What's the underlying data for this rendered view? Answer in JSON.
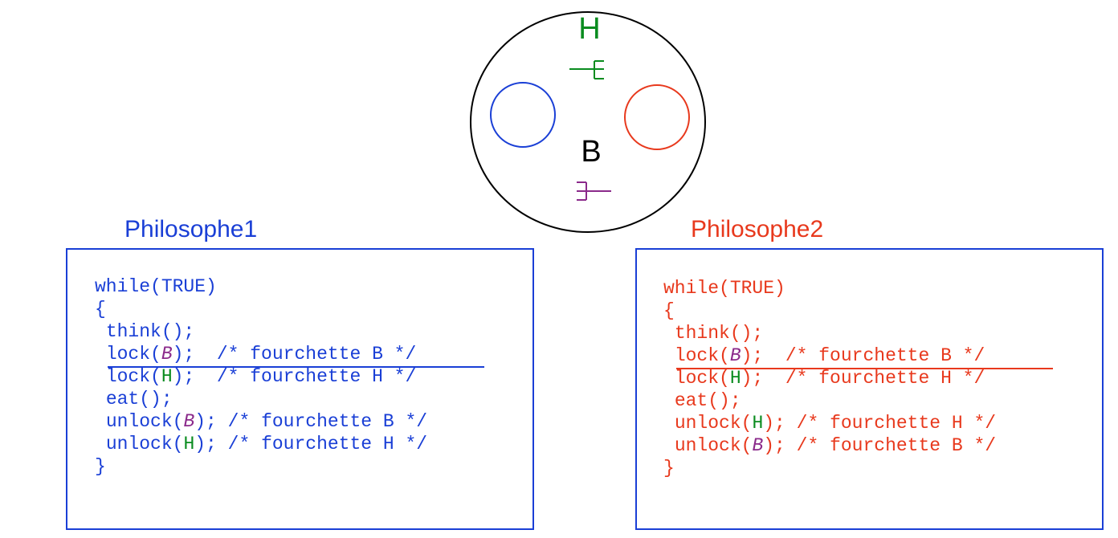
{
  "colors": {
    "blue": "#1a3fd6",
    "red": "#e8391d",
    "green": "#0a8c1f",
    "purple": "#8b2a8b",
    "black": "#000000"
  },
  "table": {
    "fork_top_label": "H",
    "fork_bottom_label": "B",
    "fork_top_icon": "fork-icon",
    "fork_bottom_icon": "fork-icon"
  },
  "philosophe1": {
    "title": "Philosophe1",
    "lines": [
      {
        "indent": "",
        "parts": [
          {
            "t": "while(TRUE)",
            "c": "main"
          }
        ]
      },
      {
        "indent": "",
        "parts": [
          {
            "t": "{",
            "c": "main"
          }
        ]
      },
      {
        "indent": " ",
        "parts": [
          {
            "t": "think();",
            "c": "main"
          }
        ]
      },
      {
        "indent": " ",
        "parts": [
          {
            "t": "lock(",
            "c": "main"
          },
          {
            "t": "B",
            "c": "purple",
            "i": true
          },
          {
            "t": ");  /* fourchette B */",
            "c": "main"
          }
        ]
      },
      {
        "indent": " ",
        "parts": [
          {
            "t": "lock(",
            "c": "main"
          },
          {
            "t": "H",
            "c": "green"
          },
          {
            "t": ");  /* fourchette H */",
            "c": "main"
          }
        ]
      },
      {
        "indent": " ",
        "parts": [
          {
            "t": "eat();",
            "c": "main"
          }
        ]
      },
      {
        "indent": " ",
        "parts": [
          {
            "t": "unlock(",
            "c": "main"
          },
          {
            "t": "B",
            "c": "purple",
            "i": true
          },
          {
            "t": "); /* fourchette B */",
            "c": "main"
          }
        ]
      },
      {
        "indent": " ",
        "parts": [
          {
            "t": "unlock(",
            "c": "main"
          },
          {
            "t": "H",
            "c": "green"
          },
          {
            "t": "); /* fourchette H */",
            "c": "main"
          }
        ]
      },
      {
        "indent": "",
        "parts": [
          {
            "t": "}",
            "c": "main"
          }
        ]
      }
    ]
  },
  "philosophe2": {
    "title": "Philosophe2",
    "lines": [
      {
        "indent": "",
        "parts": [
          {
            "t": "while(TRUE)",
            "c": "main"
          }
        ]
      },
      {
        "indent": "",
        "parts": [
          {
            "t": "{",
            "c": "main"
          }
        ]
      },
      {
        "indent": " ",
        "parts": [
          {
            "t": "think();",
            "c": "main"
          }
        ]
      },
      {
        "indent": " ",
        "parts": [
          {
            "t": "lock(",
            "c": "main"
          },
          {
            "t": "B",
            "c": "purple",
            "i": true
          },
          {
            "t": ");  /* fourchette B */",
            "c": "main"
          }
        ]
      },
      {
        "indent": " ",
        "parts": [
          {
            "t": "lock(",
            "c": "main"
          },
          {
            "t": "H",
            "c": "green"
          },
          {
            "t": ");  /* fourchette H */",
            "c": "main"
          }
        ]
      },
      {
        "indent": " ",
        "parts": [
          {
            "t": "eat();",
            "c": "main"
          }
        ]
      },
      {
        "indent": " ",
        "parts": [
          {
            "t": "unlock(",
            "c": "main"
          },
          {
            "t": "H",
            "c": "green"
          },
          {
            "t": "); /* fourchette H */",
            "c": "main"
          }
        ]
      },
      {
        "indent": " ",
        "parts": [
          {
            "t": "unlock(",
            "c": "main"
          },
          {
            "t": "B",
            "c": "purple",
            "i": true
          },
          {
            "t": "); /* fourchette B */",
            "c": "main"
          }
        ]
      },
      {
        "indent": "",
        "parts": [
          {
            "t": "}",
            "c": "main"
          }
        ]
      }
    ]
  }
}
